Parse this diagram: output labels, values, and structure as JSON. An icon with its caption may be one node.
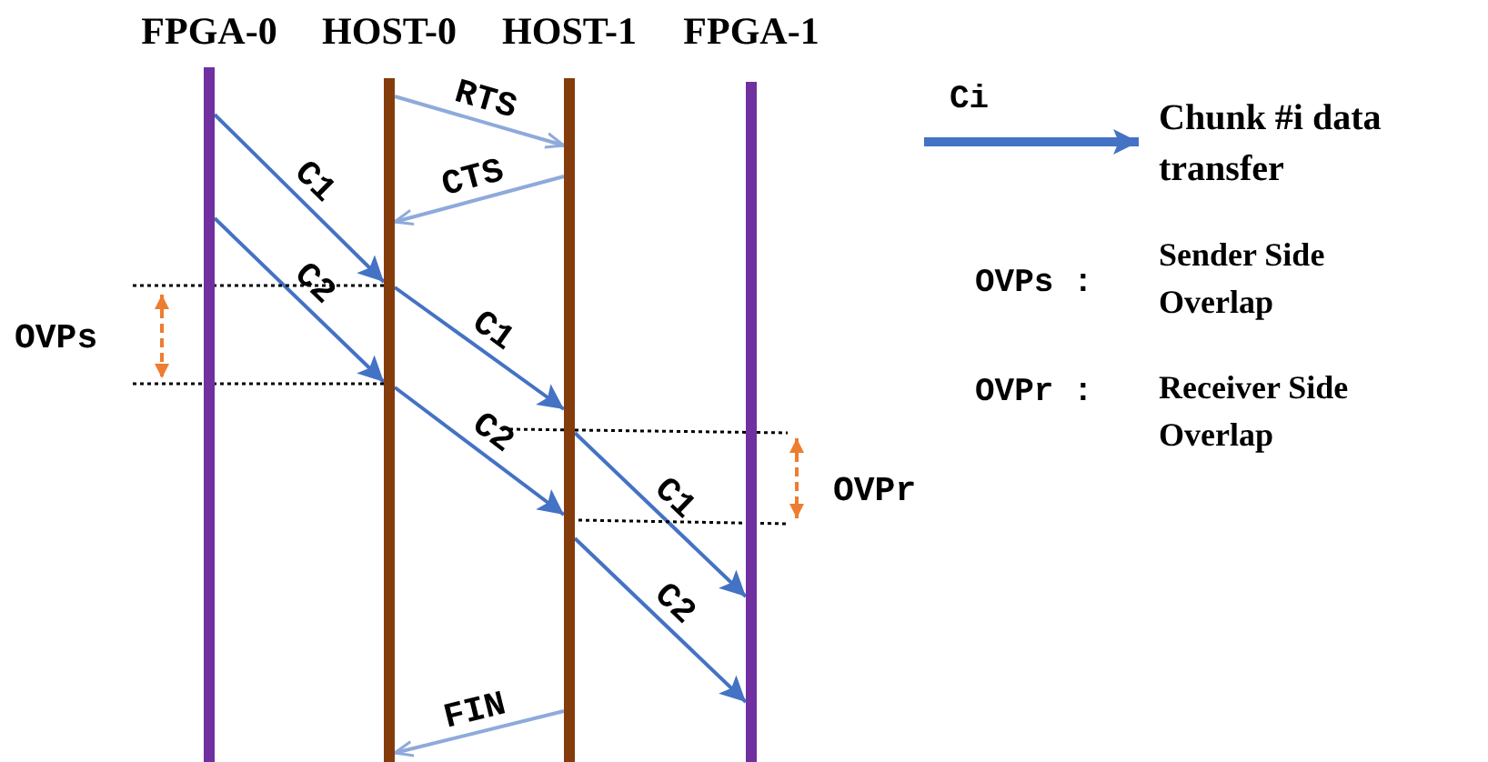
{
  "diagram": {
    "nodes": [
      {
        "text": [
          "FPGA-0"
        ]
      },
      {
        "text": [
          "HOST-0"
        ]
      },
      {
        "text": [
          "HOST-1"
        ]
      },
      {
        "text": [
          "FPGA-1"
        ]
      }
    ],
    "edges": [
      {
        "from": 1,
        "to": 2,
        "arrow": "to",
        "label": "RTS",
        "color": "#8eaadb"
      },
      {
        "from": 0,
        "to": 1,
        "arrow": "to",
        "label": "C1"
      },
      {
        "from": 2,
        "to": 1,
        "arrow": "to",
        "label": "CTS",
        "color": "#8eaadb"
      },
      {
        "from": 0,
        "to": 1,
        "arrow": "to",
        "label": "C2"
      },
      {
        "from": 1,
        "to": 2,
        "arrow": "to",
        "label": "C1"
      },
      {
        "from": 1,
        "to": 2,
        "arrow": "to",
        "label": "C2"
      },
      {
        "from": 2,
        "to": 3,
        "arrow": "to",
        "label": "C1"
      },
      {
        "from": 2,
        "to": 3,
        "arrow": "to",
        "label": "C2"
      },
      {
        "from": 2,
        "to": 1,
        "arrow": "to",
        "label": "FIN",
        "color": "#8eaadb"
      }
    ],
    "labels": [
      "OVPs",
      "OVPr",
      "Ci",
      "OVPs :",
      "Sender Side Overlap",
      "OVPr :",
      "Receiver Side Overlap"
    ],
    "legend": [
      {
        "text": "Chunk #i data transfer"
      }
    ]
  }
}
